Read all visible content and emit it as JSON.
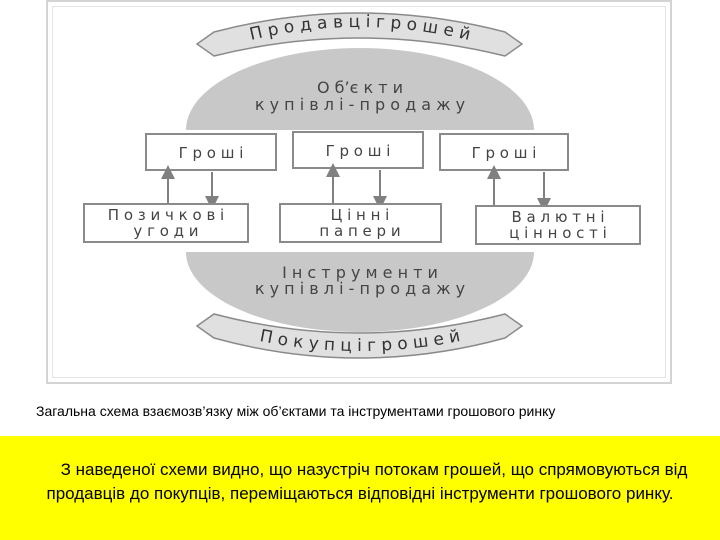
{
  "diagram": {
    "top_arch": "П р о д а в ц і   г р о ш е й",
    "bottom_arch": "П о к у п ц і   г р о ш е й",
    "objects_ellipse": [
      "О б’є к т и",
      "к у п і в л і - п р о д а ж у"
    ],
    "instruments_ellipse": [
      "І н с т р у м е н т и",
      "к у п і в л і - п р о д а ж у"
    ],
    "money_boxes": [
      "Г р о ш і",
      "Г р о ш і",
      "Г р о ш і"
    ],
    "instrument_boxes": [
      [
        "П о з и ч к о в і",
        "у г о д и"
      ],
      [
        "Ц і н н і",
        "п а п е р и"
      ],
      [
        "В а л ю т н і",
        "ц і н н о с т і"
      ]
    ]
  },
  "caption": "Загальна схема взаємозв’язку між об’єктами та інструментами грошового ринку",
  "conclusion": "З наведеної схеми видно, що назустріч потокам грошей, що спрямовуються від продавців до покупців, переміщаються відповідні інструменти грошового ринку.",
  "colors": {
    "highlight": "#ffff00",
    "ellipse_fill": "#c8c8c8",
    "arch_fill": "#e0e0e0"
  }
}
